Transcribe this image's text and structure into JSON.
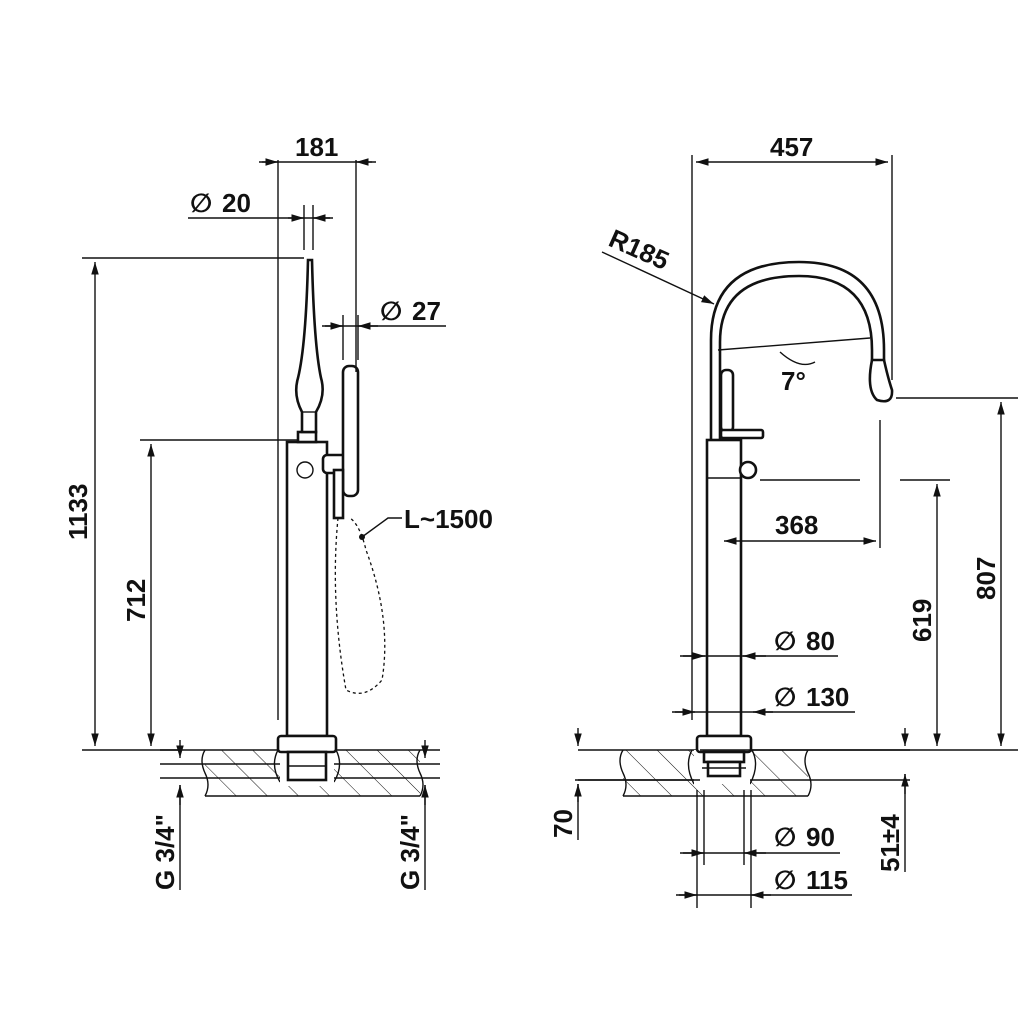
{
  "front_view": {
    "dim_width_181": "181",
    "dim_dia_20": "20",
    "dim_dia_27": "27",
    "dim_height_1133": "1133",
    "dim_height_712": "712",
    "hose_length": "L~1500",
    "thread_left": "G 3/4\"",
    "thread_right": "G 3/4\""
  },
  "side_view": {
    "dim_width_457": "457",
    "radius": "R185",
    "angle": "7°",
    "dim_reach_368": "368",
    "dim_dia_80": "80",
    "dim_dia_130": "130",
    "dim_height_619": "619",
    "dim_height_807": "807",
    "dim_depth_70": "70",
    "dim_tolerance": "51±4",
    "dim_dia_90": "90",
    "dim_dia_115": "115"
  },
  "symbols": {
    "diameter": "∅"
  },
  "colors": {
    "line": "#111111",
    "background": "#ffffff"
  }
}
